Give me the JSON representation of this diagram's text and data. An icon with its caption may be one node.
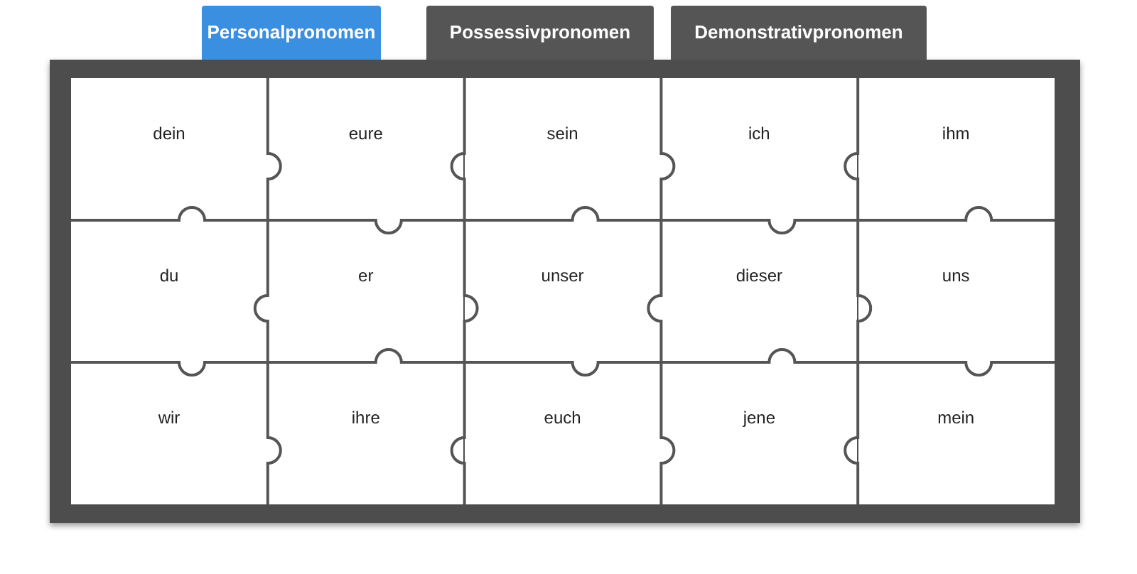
{
  "diagram": {
    "nodes": [
      {
        "text": [
          "dein"
        ]
      },
      {
        "text": [
          "eure"
        ]
      },
      {
        "text": [
          "sein"
        ]
      },
      {
        "text": [
          "ich"
        ]
      },
      {
        "text": [
          "ihm"
        ]
      },
      {
        "text": [
          "du"
        ]
      },
      {
        "text": [
          "er"
        ]
      },
      {
        "text": [
          "unser"
        ]
      },
      {
        "text": [
          "dieser"
        ]
      },
      {
        "text": [
          "uns"
        ]
      },
      {
        "text": [
          "wir"
        ]
      },
      {
        "text": [
          "ihre"
        ]
      },
      {
        "text": [
          "euch"
        ]
      },
      {
        "text": [
          "jene"
        ]
      },
      {
        "text": [
          "mein"
        ]
      }
    ],
    "labels": [
      "Personalpronomen",
      "Possessivpronomen",
      "Demonstrativpronomen"
    ]
  }
}
